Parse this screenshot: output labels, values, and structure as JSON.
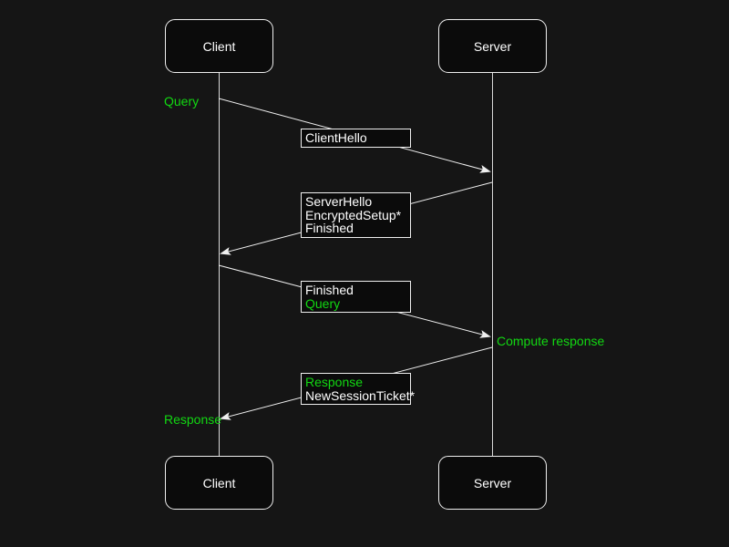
{
  "colors": {
    "bg": "#151515",
    "box_fill": "#0b0b0b",
    "stroke": "#efefef",
    "line": "#d9d9d9",
    "text": "#ffffff",
    "green": "#12d812"
  },
  "actors": {
    "client": "Client",
    "server": "Server"
  },
  "messages": {
    "client_hello": {
      "line1": "ClientHello"
    },
    "server_hello": {
      "line1": "ServerHello",
      "line2": "EncryptedSetup*",
      "line3": "Finished"
    },
    "finished_query": {
      "line1": "Finished",
      "line2": "Query"
    },
    "response_ticket": {
      "line1": "Response",
      "line2": "NewSessionTicket*"
    }
  },
  "annotations": {
    "query": "Query",
    "compute_response": "Compute response",
    "response": "Response"
  }
}
